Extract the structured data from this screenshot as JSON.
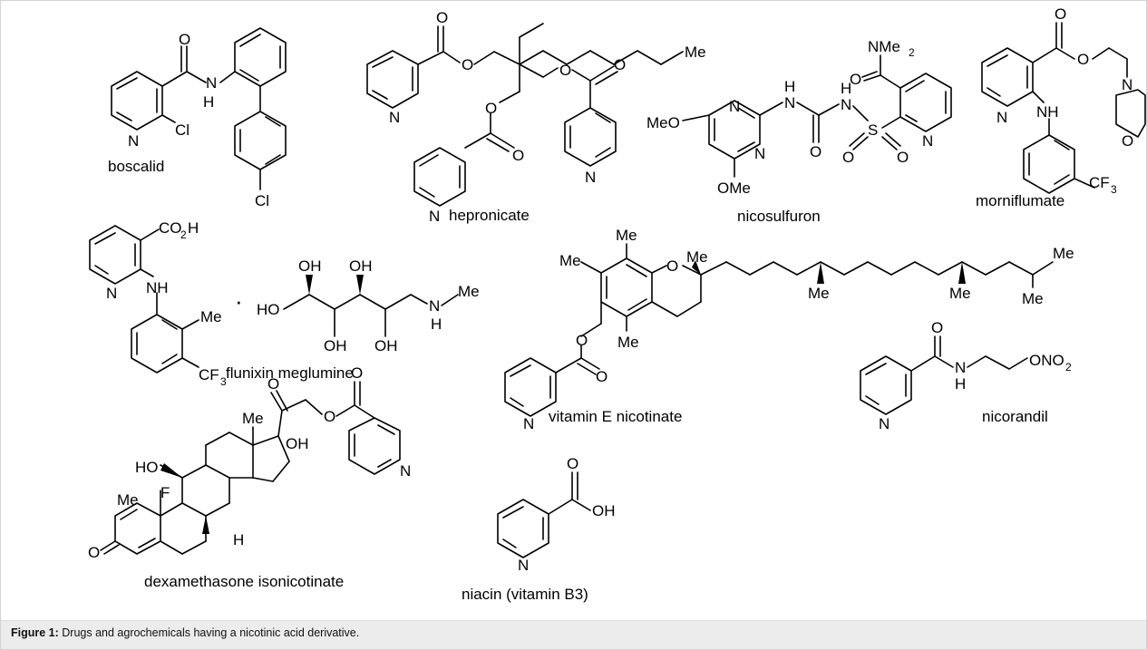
{
  "figure": {
    "caption_label": "Figure 1:",
    "caption_text": " Drugs and agrochemicals having a nicotinic acid derivative."
  },
  "compounds": [
    {
      "name": "boscalid"
    },
    {
      "name": "hepronicate"
    },
    {
      "name": "nicosulfuron"
    },
    {
      "name": "morniflumate"
    },
    {
      "name": "flunixin meglumine"
    },
    {
      "name": "vitamin E nicotinate"
    },
    {
      "name": "nicorandil"
    },
    {
      "name": "dexamethasone isonicotinate"
    },
    {
      "name": "niacin (vitamin B3)"
    }
  ],
  "atoms": {
    "O": "O",
    "N": "N",
    "H": "H",
    "Cl": "Cl",
    "NH": "NH",
    "Me": "Me",
    "MeO": "MeO",
    "OMe": "OMe",
    "S": "S",
    "HO": "HO",
    "OH": "OH",
    "F": "F",
    "CO": "CO",
    "NMe": "NMe",
    "CF": "CF",
    "ONO": "ONO",
    "two": "2",
    "three": "3",
    "dot": "·"
  },
  "colors": {
    "ink": "#000000",
    "caption_bg": "#ececec",
    "frame": "#d2d2d2"
  }
}
